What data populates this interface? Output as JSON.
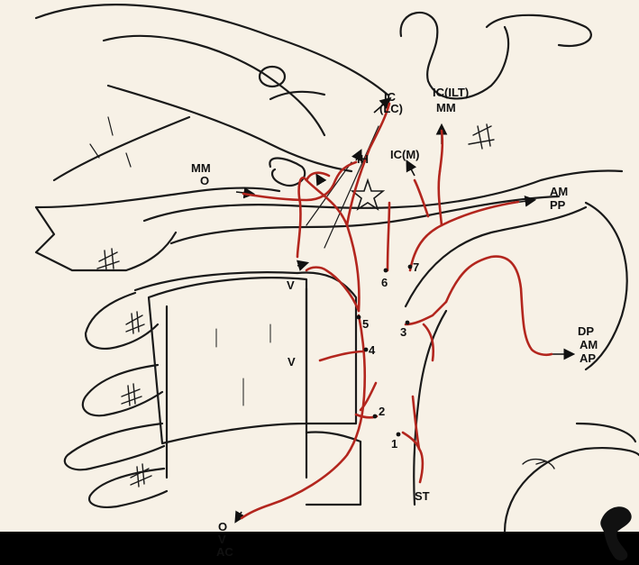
{
  "colors": {
    "paper": "#f7f1e6",
    "ink": "#1a1a1a",
    "artery": "#b3261e"
  },
  "labels": {
    "ic_lc_top": "IC",
    "ic_lc_bottom": "(LC)",
    "ic_ilt": "IC(ILT)",
    "mm_right": "MM",
    "ih": "IH",
    "ic_m": "IC(M)",
    "mm_left": "MM",
    "o_left": "O",
    "am_top": "AM",
    "pp": "PP",
    "v_upper": "V",
    "v_lower": "V",
    "num_6": "6",
    "num_7": "7",
    "num_5": "5",
    "num_3": "3",
    "num_4": "4",
    "num_2": "2",
    "num_1": "1",
    "dp": "DP",
    "am_right": "AM",
    "ap": "AP",
    "st": "ST",
    "o_bottom": "O",
    "v_bottom": "V",
    "ac": "AC"
  },
  "icons": [
    "star-icon",
    "hash-mark-icon",
    "arrow-icon"
  ]
}
